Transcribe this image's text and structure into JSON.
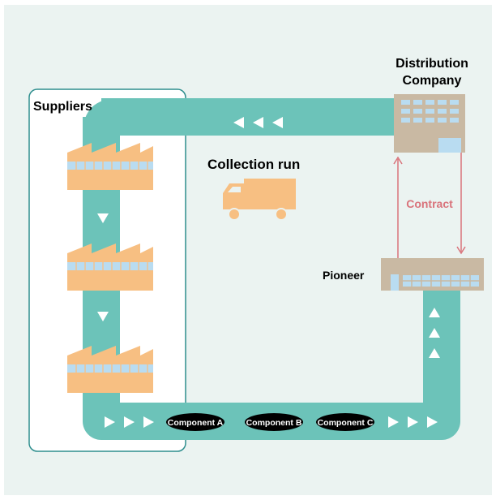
{
  "labels": {
    "suppliers": "Suppliers",
    "distribution_company": [
      "Distribution",
      "Company"
    ],
    "collection_run": "Collection run",
    "contract": "Contract",
    "pioneer": "Pioneer"
  },
  "components": [
    "Component A",
    "Component B",
    "Component C"
  ],
  "colors": {
    "background": "#ebf3f1",
    "conveyor": "#6cc3b9",
    "factory": "#f7bf82",
    "building": "#c9b9a3",
    "window": "#b9dcf1",
    "contract": "#d9737b",
    "truck": "#f7bf82",
    "pill": "#000000",
    "frame": "#2e8e8e"
  },
  "icons": [
    "factory-icon",
    "building-icon",
    "truck-icon",
    "arrow-icon"
  ]
}
